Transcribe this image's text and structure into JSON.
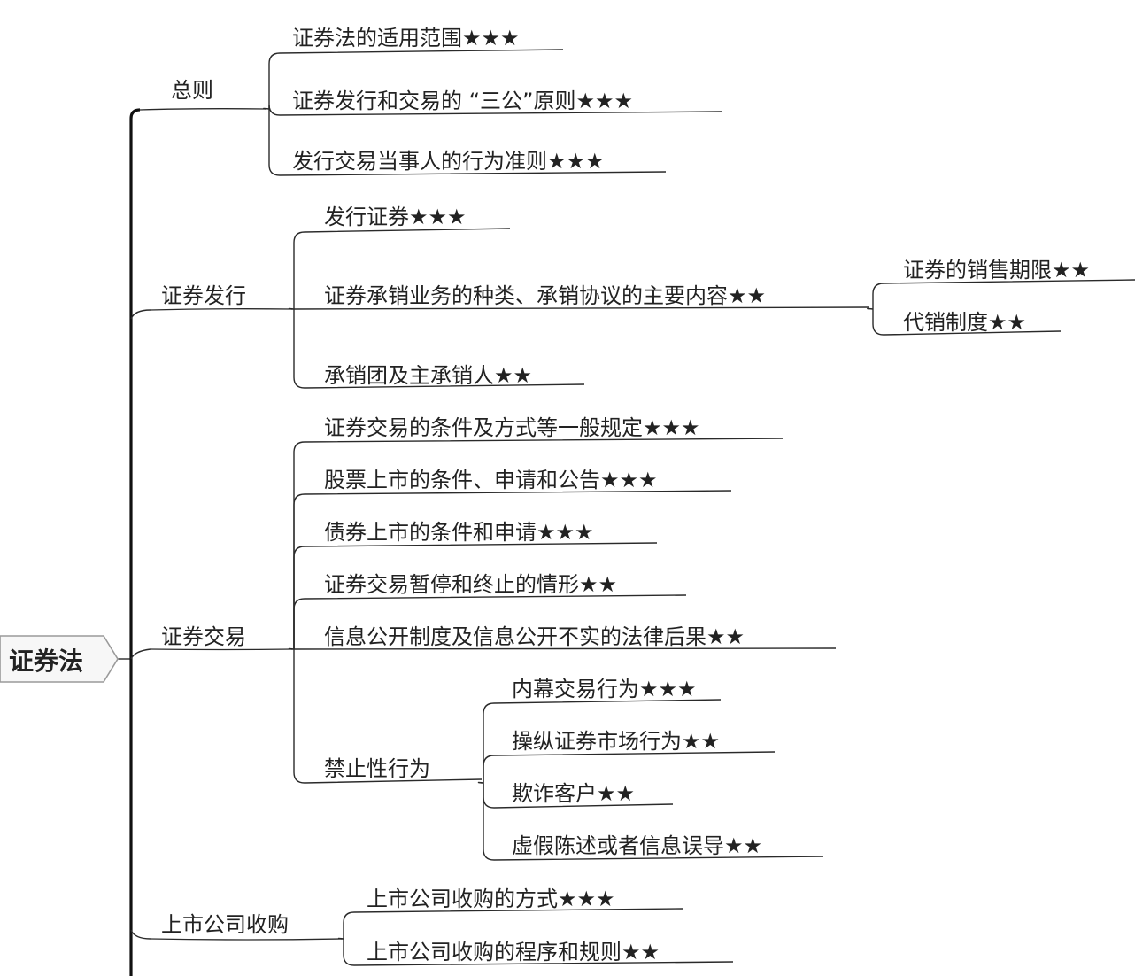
{
  "root": {
    "label": "证券法"
  },
  "branches": [
    {
      "label": "总则",
      "children": [
        {
          "label": "证券法的适用范围★★★"
        },
        {
          "label": "证券发行和交易的 “三公”原则★★★"
        },
        {
          "label": "发行交易当事人的行为准则★★★"
        }
      ]
    },
    {
      "label": "证券发行",
      "children": [
        {
          "label": "发行证券★★★"
        },
        {
          "label": "证券承销业务的种类、承销协议的主要内容★★",
          "children": [
            {
              "label": "证券的销售期限★★"
            },
            {
              "label": "代销制度★★"
            }
          ]
        },
        {
          "label": "承销团及主承销人★★"
        }
      ]
    },
    {
      "label": "证券交易",
      "children": [
        {
          "label": "证券交易的条件及方式等一般规定★★★"
        },
        {
          "label": "股票上市的条件、申请和公告★★★"
        },
        {
          "label": "债券上市的条件和申请★★★"
        },
        {
          "label": "证券交易暂停和终止的情形★★"
        },
        {
          "label": "信息公开制度及信息公开不实的法律后果★★"
        },
        {
          "label": "禁止性行为",
          "children": [
            {
              "label": "内幕交易行为★★★"
            },
            {
              "label": "操纵证券市场行为★★"
            },
            {
              "label": "欺诈客户★★"
            },
            {
              "label": "虚假陈述或者信息误导★★"
            }
          ]
        }
      ]
    },
    {
      "label": "上市公司收购",
      "children": [
        {
          "label": "上市公司收购的方式★★★"
        },
        {
          "label": "上市公司收购的程序和规则★★"
        }
      ]
    }
  ]
}
